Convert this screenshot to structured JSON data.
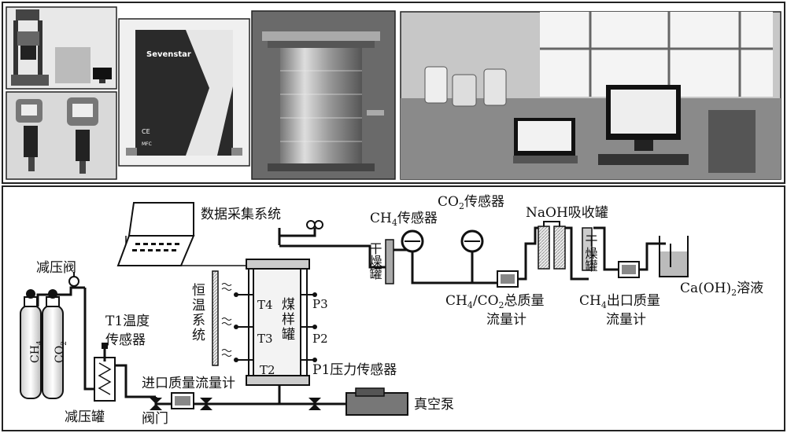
{
  "photos": {
    "p2_brand": "Sevenstar",
    "p2_model": "MFC",
    "p2_ce": "CE"
  },
  "labels": {
    "daq": "数据采集系统",
    "ch4_sensor_a": "CH",
    "ch4_sensor_sub": "4",
    "ch4_sensor_b": "传感器",
    "co2_sensor_a": "CO",
    "co2_sensor_sub": "2",
    "co2_sensor_b": "传感器",
    "naoh": "NaOH吸收罐",
    "dryer1": "干燥罐",
    "dryer2": "干燥罐",
    "pressure_valve": "减压阀",
    "t1_line1": "T1温度",
    "t1_line2": "传感器",
    "thermostat": "恒温系统",
    "coal_tank": "煤样罐",
    "t4": "T4",
    "t3": "T3",
    "t2": "T2",
    "p3": "P3",
    "p2": "P2",
    "p1": "P1压力传感器",
    "total_flow_l1a": "CH",
    "total_flow_l1s": "4",
    "total_flow_l1b": "/CO",
    "total_flow_l1s2": "2",
    "total_flow_l1c": "总质量",
    "total_flow_l2": "流量计",
    "outlet_l1a": "CH",
    "outlet_l1s": "4",
    "outlet_l1b": "出口质量",
    "outlet_l2": "流量计",
    "caoh_a": "Ca(OH)",
    "caoh_sub": "2",
    "caoh_b": "溶液",
    "inlet_flow": "进口质量流量计",
    "valve": "阀门",
    "reducer_tank": "减压罐",
    "vacuum": "真空泵",
    "cyl_ch4": "CH",
    "cyl_ch4_sub": "4",
    "cyl_co2": "CO",
    "cyl_co2_sub": "2"
  }
}
